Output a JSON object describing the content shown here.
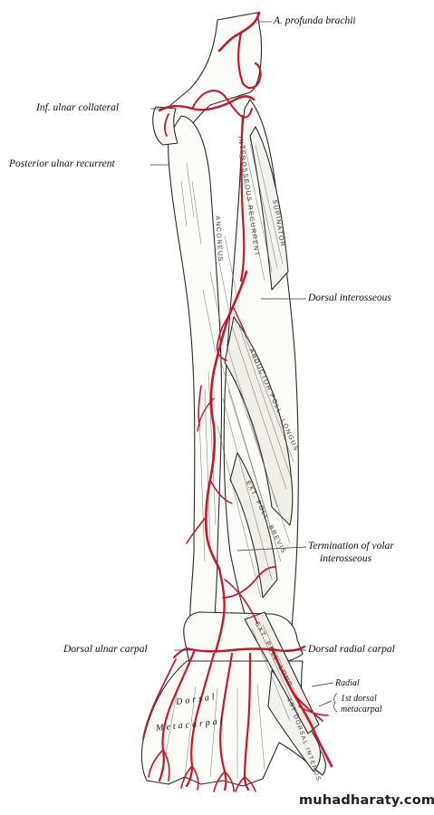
{
  "labels": {
    "profunda": "A. profunda brachii",
    "inf_ulnar": "Inf. ulnar collateral",
    "post_ulnar": "Posterior ulnar recurrent",
    "dorsal_interosseous": "Dorsal interosseous",
    "termination_1": "Termination of volar",
    "termination_2": "interosseous",
    "dorsal_ulnar_carpal": "Dorsal ulnar carpal",
    "dorsal_radial_carpal": "Dorsal radial carpal",
    "radial": "Radial",
    "first_dorsal_1": "1st dorsal",
    "first_dorsal_2": "metacarpal"
  },
  "muscles": {
    "interosseous_recurrent": "Interosseous recurrent",
    "supinator": "Supinator",
    "anconeus": "Anconeus",
    "abductor_poll_longus": "Abductor poll. longus",
    "ext_poll_brevis": "Ext. poll. brevis",
    "ext_poll_long": "Ext. poll. long.",
    "dorsal_interosseus": "Dorsal",
    "metacarpal_text": "Metacarpal",
    "first_dorsal_interosseous": "1st dorsal interos."
  },
  "watermark": "muhadharaty.com",
  "colors": {
    "artery": "#c4182b",
    "ink": "#222222",
    "paper": "#ffffff"
  }
}
